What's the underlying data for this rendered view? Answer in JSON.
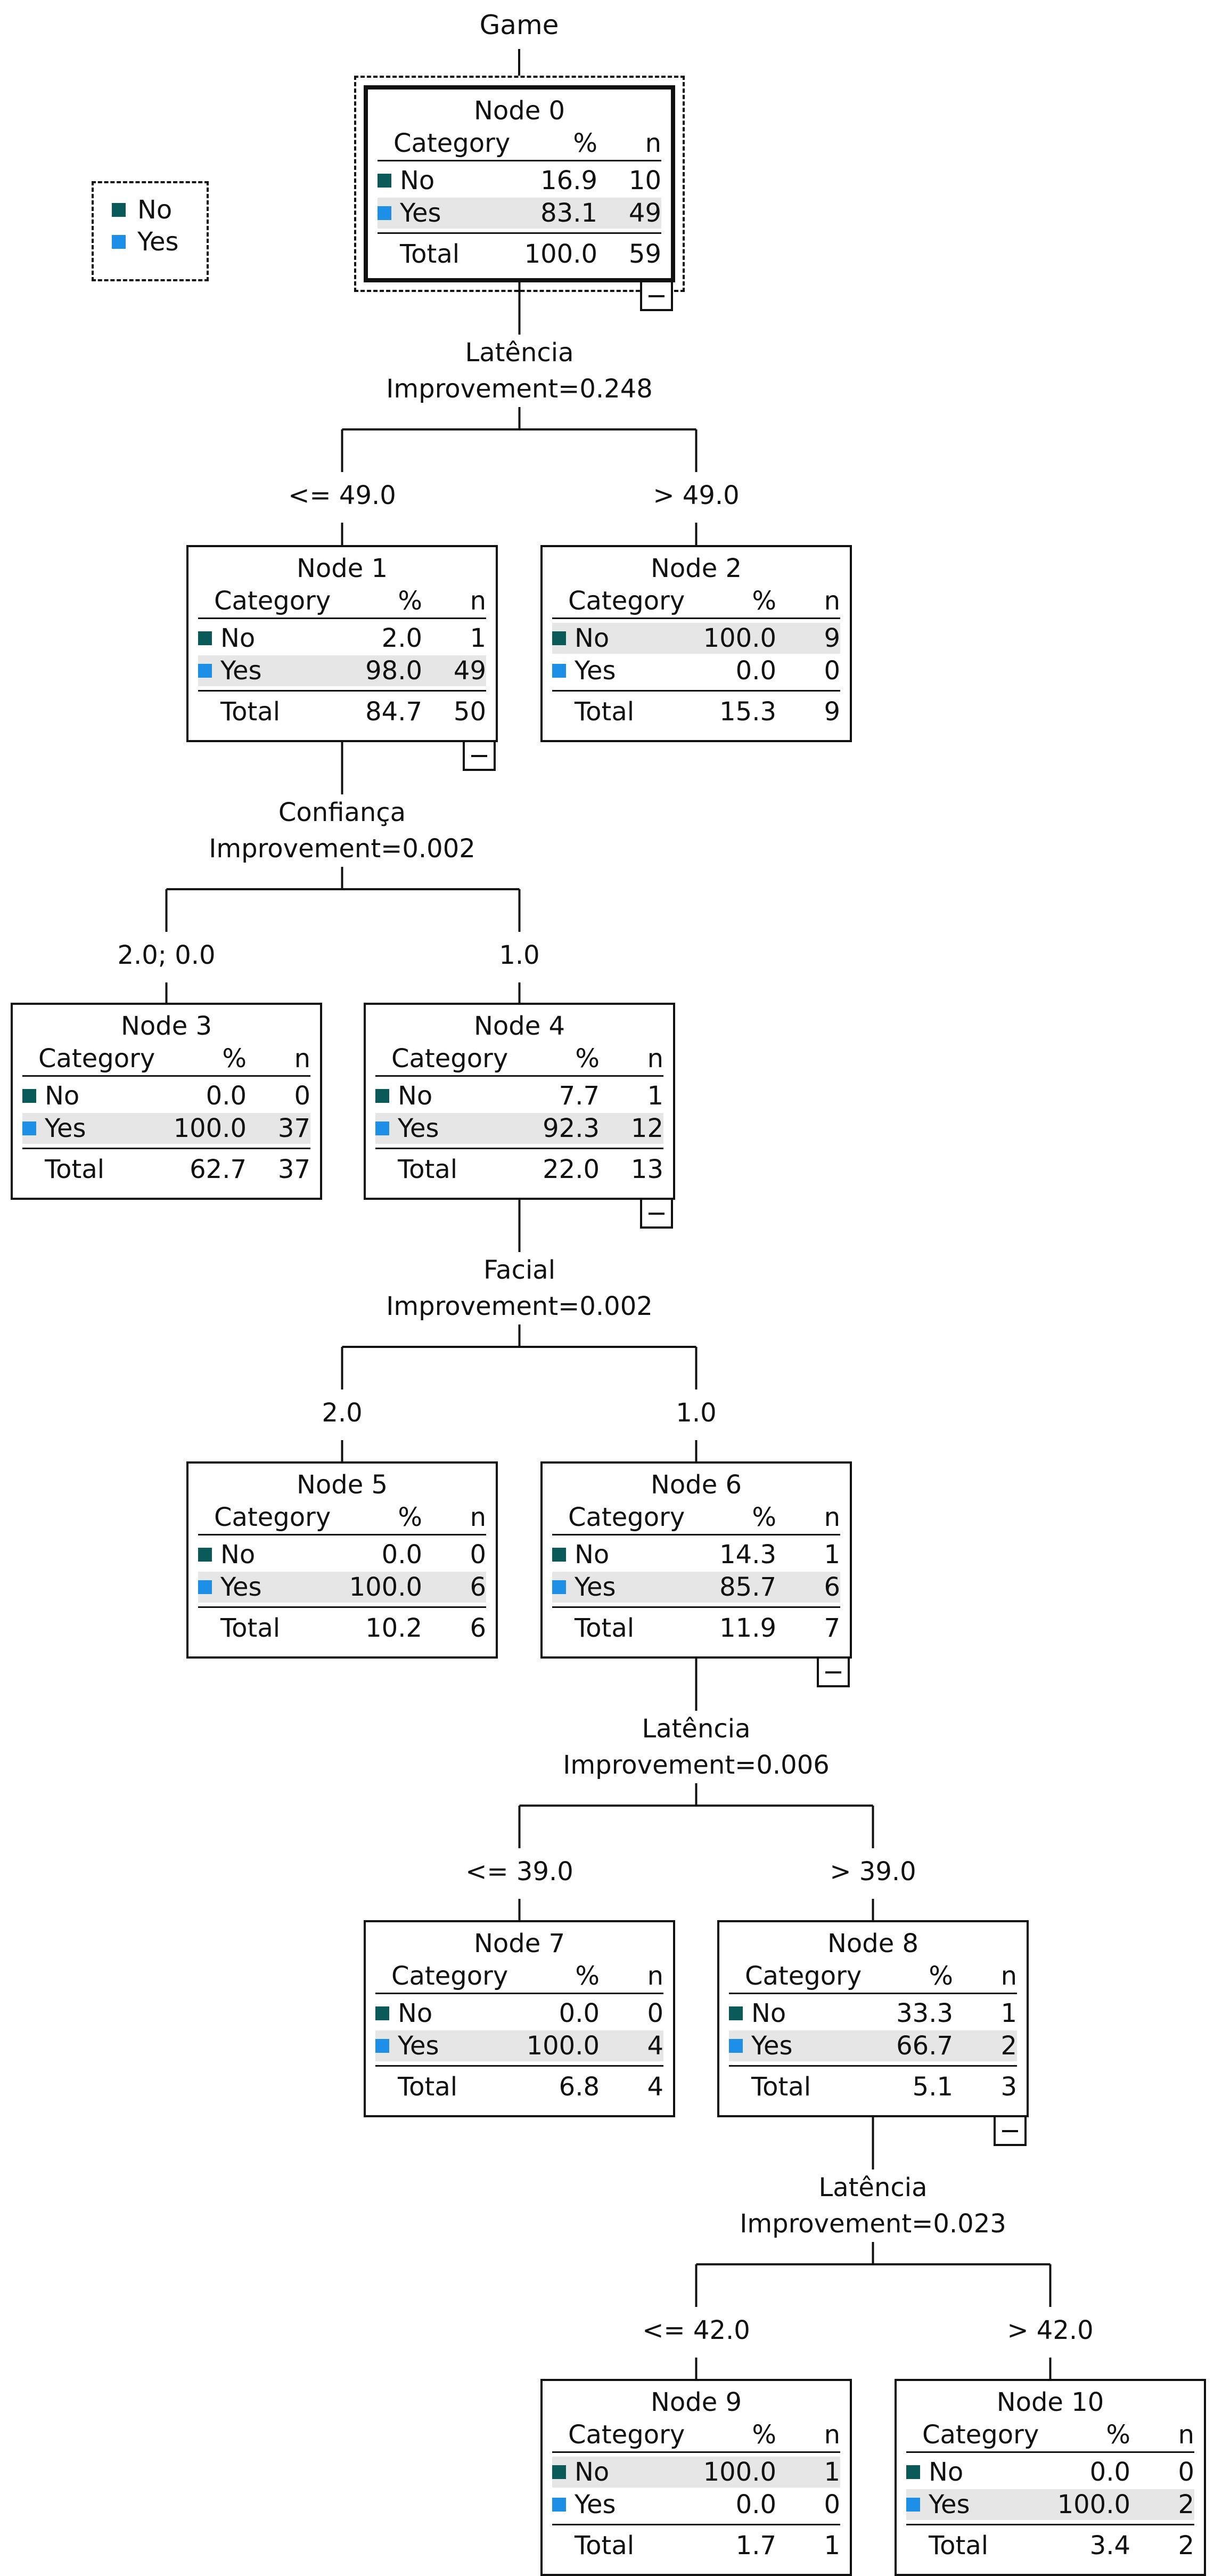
{
  "root_title": "Game",
  "colors": {
    "no": "#0b5a5a",
    "yes": "#1e8fe6"
  },
  "legend": [
    {
      "label": "No",
      "color": "#0b5a5a"
    },
    {
      "label": "Yes",
      "color": "#1e8fe6"
    }
  ],
  "table_header": {
    "category": "Category",
    "pct": "%",
    "n": "n"
  },
  "total_label": "Total",
  "nodes": [
    {
      "id": "node-0",
      "title": "Node 0",
      "rows": [
        {
          "cat": "No",
          "pct": "16.9",
          "n": "10"
        },
        {
          "cat": "Yes",
          "pct": "83.1",
          "n": "49"
        }
      ],
      "total_pct": "100.0",
      "total_n": "59",
      "highlight": "Yes",
      "expanded": true
    },
    {
      "id": "node-1",
      "title": "Node 1",
      "rows": [
        {
          "cat": "No",
          "pct": "2.0",
          "n": "1"
        },
        {
          "cat": "Yes",
          "pct": "98.0",
          "n": "49"
        }
      ],
      "total_pct": "84.7",
      "total_n": "50",
      "highlight": "Yes",
      "expanded": true
    },
    {
      "id": "node-2",
      "title": "Node 2",
      "rows": [
        {
          "cat": "No",
          "pct": "100.0",
          "n": "9"
        },
        {
          "cat": "Yes",
          "pct": "0.0",
          "n": "0"
        }
      ],
      "total_pct": "15.3",
      "total_n": "9",
      "highlight": "No",
      "expanded": false
    },
    {
      "id": "node-3",
      "title": "Node 3",
      "rows": [
        {
          "cat": "No",
          "pct": "0.0",
          "n": "0"
        },
        {
          "cat": "Yes",
          "pct": "100.0",
          "n": "37"
        }
      ],
      "total_pct": "62.7",
      "total_n": "37",
      "highlight": "Yes",
      "expanded": false
    },
    {
      "id": "node-4",
      "title": "Node 4",
      "rows": [
        {
          "cat": "No",
          "pct": "7.7",
          "n": "1"
        },
        {
          "cat": "Yes",
          "pct": "92.3",
          "n": "12"
        }
      ],
      "total_pct": "22.0",
      "total_n": "13",
      "highlight": "Yes",
      "expanded": true
    },
    {
      "id": "node-5",
      "title": "Node 5",
      "rows": [
        {
          "cat": "No",
          "pct": "0.0",
          "n": "0"
        },
        {
          "cat": "Yes",
          "pct": "100.0",
          "n": "6"
        }
      ],
      "total_pct": "10.2",
      "total_n": "6",
      "highlight": "Yes",
      "expanded": false
    },
    {
      "id": "node-6",
      "title": "Node 6",
      "rows": [
        {
          "cat": "No",
          "pct": "14.3",
          "n": "1"
        },
        {
          "cat": "Yes",
          "pct": "85.7",
          "n": "6"
        }
      ],
      "total_pct": "11.9",
      "total_n": "7",
      "highlight": "Yes",
      "expanded": true
    },
    {
      "id": "node-7",
      "title": "Node 7",
      "rows": [
        {
          "cat": "No",
          "pct": "0.0",
          "n": "0"
        },
        {
          "cat": "Yes",
          "pct": "100.0",
          "n": "4"
        }
      ],
      "total_pct": "6.8",
      "total_n": "4",
      "highlight": "Yes",
      "expanded": false
    },
    {
      "id": "node-8",
      "title": "Node 8",
      "rows": [
        {
          "cat": "No",
          "pct": "33.3",
          "n": "1"
        },
        {
          "cat": "Yes",
          "pct": "66.7",
          "n": "2"
        }
      ],
      "total_pct": "5.1",
      "total_n": "3",
      "highlight": "Yes",
      "expanded": true
    },
    {
      "id": "node-9",
      "title": "Node 9",
      "rows": [
        {
          "cat": "No",
          "pct": "100.0",
          "n": "1"
        },
        {
          "cat": "Yes",
          "pct": "0.0",
          "n": "0"
        }
      ],
      "total_pct": "1.7",
      "total_n": "1",
      "highlight": "No",
      "expanded": false
    },
    {
      "id": "node-10",
      "title": "Node 10",
      "rows": [
        {
          "cat": "No",
          "pct": "0.0",
          "n": "0"
        },
        {
          "cat": "Yes",
          "pct": "100.0",
          "n": "2"
        }
      ],
      "total_pct": "3.4",
      "total_n": "2",
      "highlight": "Yes",
      "expanded": false
    }
  ],
  "splits": [
    {
      "parent": "node-0",
      "variable": "Latência",
      "improvement": "Improvement=0.248",
      "branches": [
        {
          "label": "<= 49.0",
          "child": "node-1"
        },
        {
          "label": "> 49.0",
          "child": "node-2"
        }
      ]
    },
    {
      "parent": "node-1",
      "variable": "Confiança",
      "improvement": "Improvement=0.002",
      "branches": [
        {
          "label": "2.0; 0.0",
          "child": "node-3"
        },
        {
          "label": "1.0",
          "child": "node-4"
        }
      ]
    },
    {
      "parent": "node-4",
      "variable": "Facial",
      "improvement": "Improvement=0.002",
      "branches": [
        {
          "label": "2.0",
          "child": "node-5"
        },
        {
          "label": "1.0",
          "child": "node-6"
        }
      ]
    },
    {
      "parent": "node-6",
      "variable": "Latência",
      "improvement": "Improvement=0.006",
      "branches": [
        {
          "label": "<= 39.0",
          "child": "node-7"
        },
        {
          "label": "> 39.0",
          "child": "node-8"
        }
      ]
    },
    {
      "parent": "node-8",
      "variable": "Latência",
      "improvement": "Improvement=0.023",
      "branches": [
        {
          "label": "<= 42.0",
          "child": "node-9"
        },
        {
          "label": "> 42.0",
          "child": "node-10"
        }
      ]
    }
  ]
}
